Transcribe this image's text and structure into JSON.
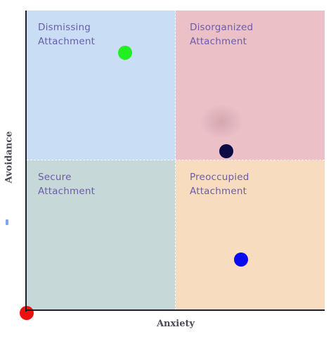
{
  "axes": {
    "x_label": "Anxiety",
    "y_label": "Avoidance"
  },
  "quadrants": {
    "top_left": {
      "label": "Dismissing\nAttachment",
      "bg": "#c9def4",
      "text": "#6a5da8"
    },
    "top_right": {
      "label": "Disorganized\nAttachment",
      "bg": "#ebc0c7",
      "text": "#6a5da8"
    },
    "bottom_left": {
      "label": "Secure\nAttachment",
      "bg": "#c7d8d8",
      "text": "#6a5da8"
    },
    "bottom_right": {
      "label": "Preoccupied\nAttachment",
      "bg": "#f8dcbf",
      "text": "#6a5da8"
    }
  },
  "points": [
    {
      "name": "green",
      "color": "#22ee22",
      "anxiety": 0.33,
      "avoidance": 0.86
    },
    {
      "name": "navy",
      "color": "#0b0b45",
      "anxiety": 0.67,
      "avoidance": 0.53
    },
    {
      "name": "blue",
      "color": "#0a0af0",
      "anxiety": 0.72,
      "avoidance": 0.17
    },
    {
      "name": "red",
      "color": "#ee1111",
      "anxiety": 0.0,
      "avoidance": -0.01
    }
  ]
}
